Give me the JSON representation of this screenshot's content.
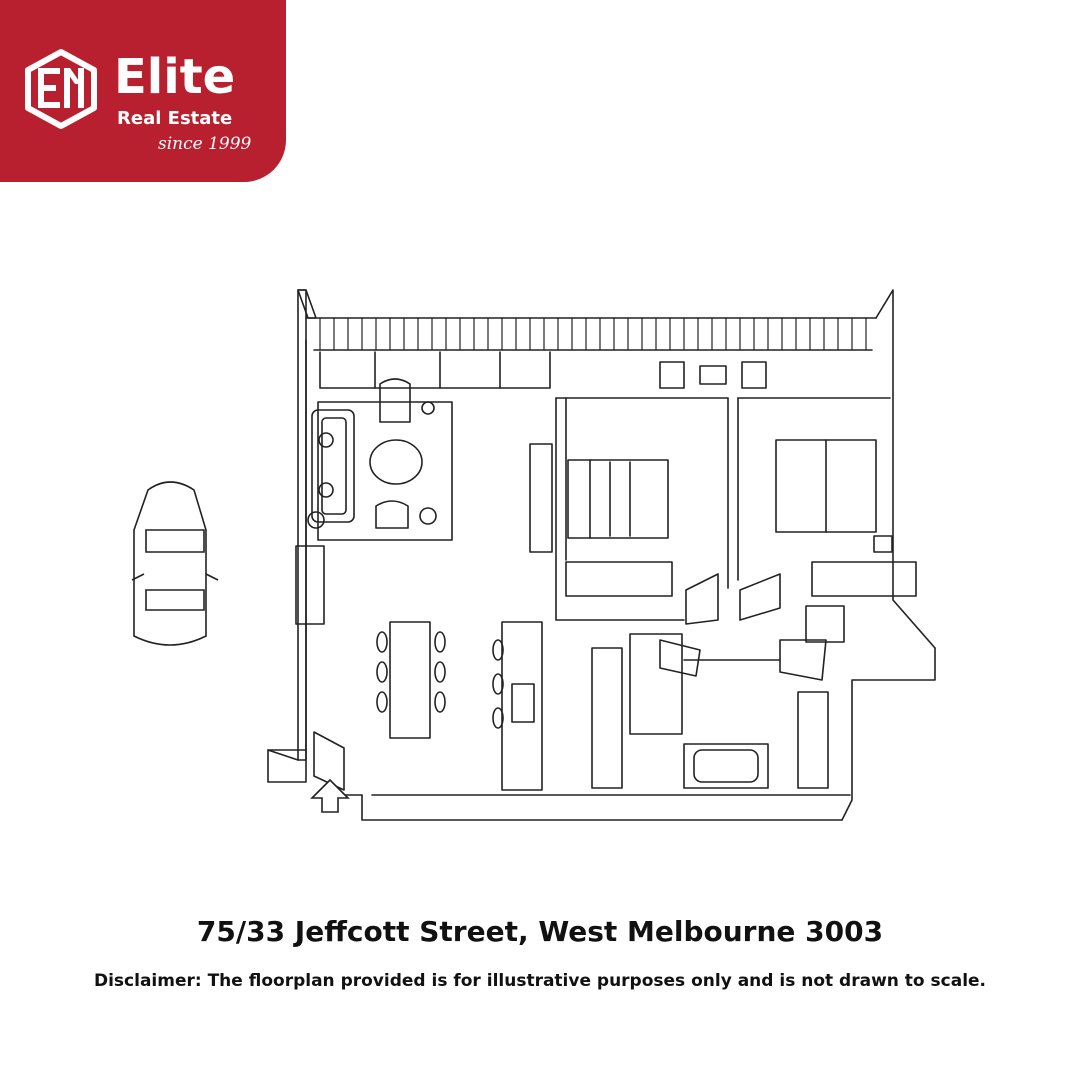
{
  "brand": {
    "name": "Elite",
    "tagline": "Real Estate",
    "since": "since 1999",
    "logo_icon": "em-monogram-logo",
    "color": "#b9202f"
  },
  "floorplan": {
    "icons": [
      "car-icon",
      "entry-arrow-icon",
      "bed-icon",
      "sofa-icon",
      "dining-table-icon",
      "bathtub-icon",
      "wardrobe-icon"
    ]
  },
  "address": "75/33 Jeffcott Street, West Melbourne 3003",
  "disclaimer": "Disclaimer: The floorplan provided is for illustrative purposes only and is not drawn to scale."
}
